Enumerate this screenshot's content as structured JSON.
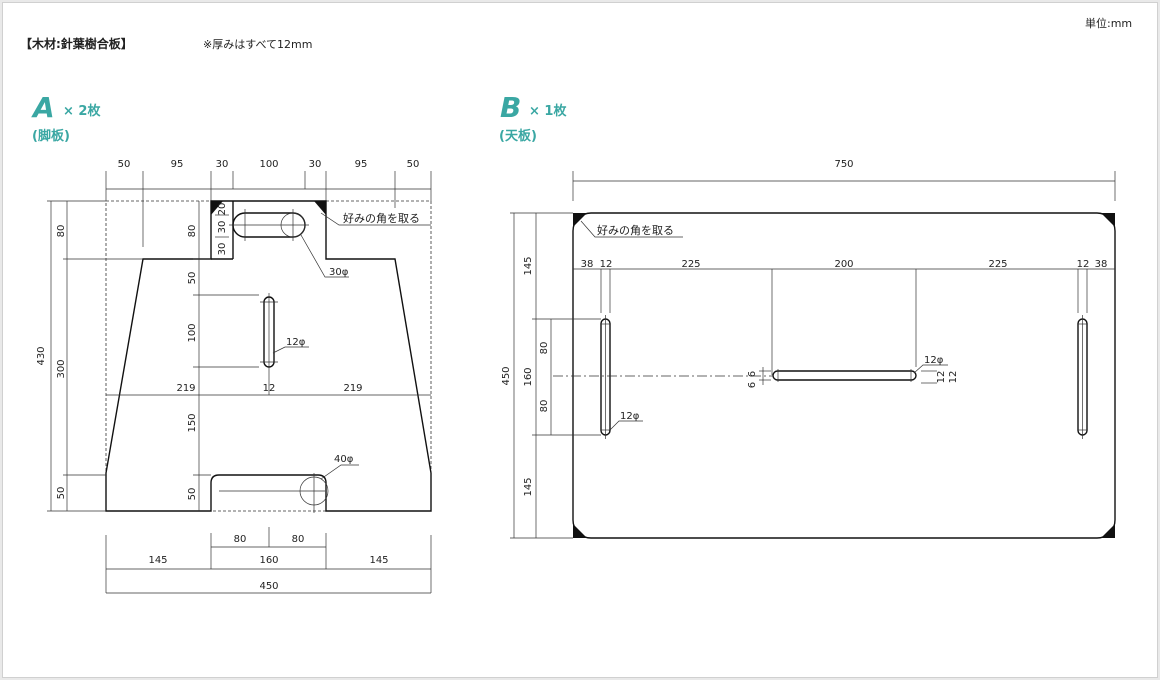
{
  "header": {
    "material": "【木材:針葉樹合板】",
    "thickness_note": "※厚みはすべて12mm",
    "unit": "単位:mm"
  },
  "colors": {
    "accent": "#3aa7a3",
    "line": "#111111"
  },
  "part_a": {
    "letter": "A",
    "count": "× 2枚",
    "name": "(脚板)",
    "corner_note": "好みの角を取る",
    "hole_top": "30φ",
    "hole_mid": "12φ",
    "hole_bottom": "40φ",
    "dims": {
      "top": [
        "50",
        "95",
        "30",
        "100",
        "30",
        "95",
        "50"
      ],
      "left_total": "430",
      "left_80": "80",
      "left_300": "300",
      "left_50": "50",
      "inner_80": "80",
      "inner_30a": "30",
      "inner_30b": "30",
      "inner_20": "20",
      "inner_50a": "50",
      "inner_100": "100",
      "inner_150": "150",
      "inner_50b": "50",
      "mid_219a": "219",
      "mid_12": "12",
      "mid_219b": "219",
      "bottom_80a": "80",
      "bottom_80b": "80",
      "bottom_145a": "145",
      "bottom_160": "160",
      "bottom_145b": "145",
      "bottom_total": "450"
    }
  },
  "part_b": {
    "letter": "B",
    "count": "× 1枚",
    "name": "(天板)",
    "corner_note": "好みの角を取る",
    "slot_left": "12φ",
    "slot_center": "12φ",
    "dims": {
      "top_total": "750",
      "row": [
        "38",
        "12",
        "225",
        "200",
        "225",
        "12",
        "38"
      ],
      "left_total": "450",
      "left_145a": "145",
      "left_160": "160",
      "left_145b": "145",
      "left_80a": "80",
      "left_80b": "80",
      "center_6a": "6",
      "center_6b": "6",
      "center_12a": "12",
      "center_12b": "12"
    }
  }
}
